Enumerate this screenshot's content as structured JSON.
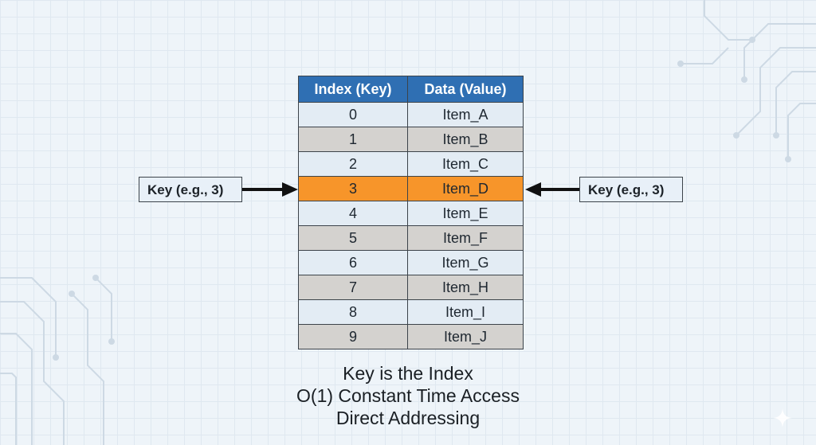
{
  "table": {
    "headers": [
      "Index (Key)",
      "Data (Value)"
    ],
    "rows": [
      {
        "index": "0",
        "value": "Item_A"
      },
      {
        "index": "1",
        "value": "Item_B"
      },
      {
        "index": "2",
        "value": "Item_C"
      },
      {
        "index": "3",
        "value": "Item_D"
      },
      {
        "index": "4",
        "value": "Item_E"
      },
      {
        "index": "5",
        "value": "Item_F"
      },
      {
        "index": "6",
        "value": "Item_G"
      },
      {
        "index": "7",
        "value": "Item_H"
      },
      {
        "index": "8",
        "value": "Item_I"
      },
      {
        "index": "9",
        "value": "Item_J"
      }
    ],
    "highlight_row": 3
  },
  "keys": {
    "left_label": "Key (e.g., 3)",
    "right_label": "Key (e.g., 3)"
  },
  "caption": {
    "line1": "Key is the Index",
    "line2": "O(1) Constant Time Access",
    "line3": "Direct Addressing"
  },
  "colors": {
    "header": "#2f6fb3",
    "highlight": "#f7952a",
    "row_light": "#e3ecf4",
    "row_dark": "#d4d2cf"
  }
}
